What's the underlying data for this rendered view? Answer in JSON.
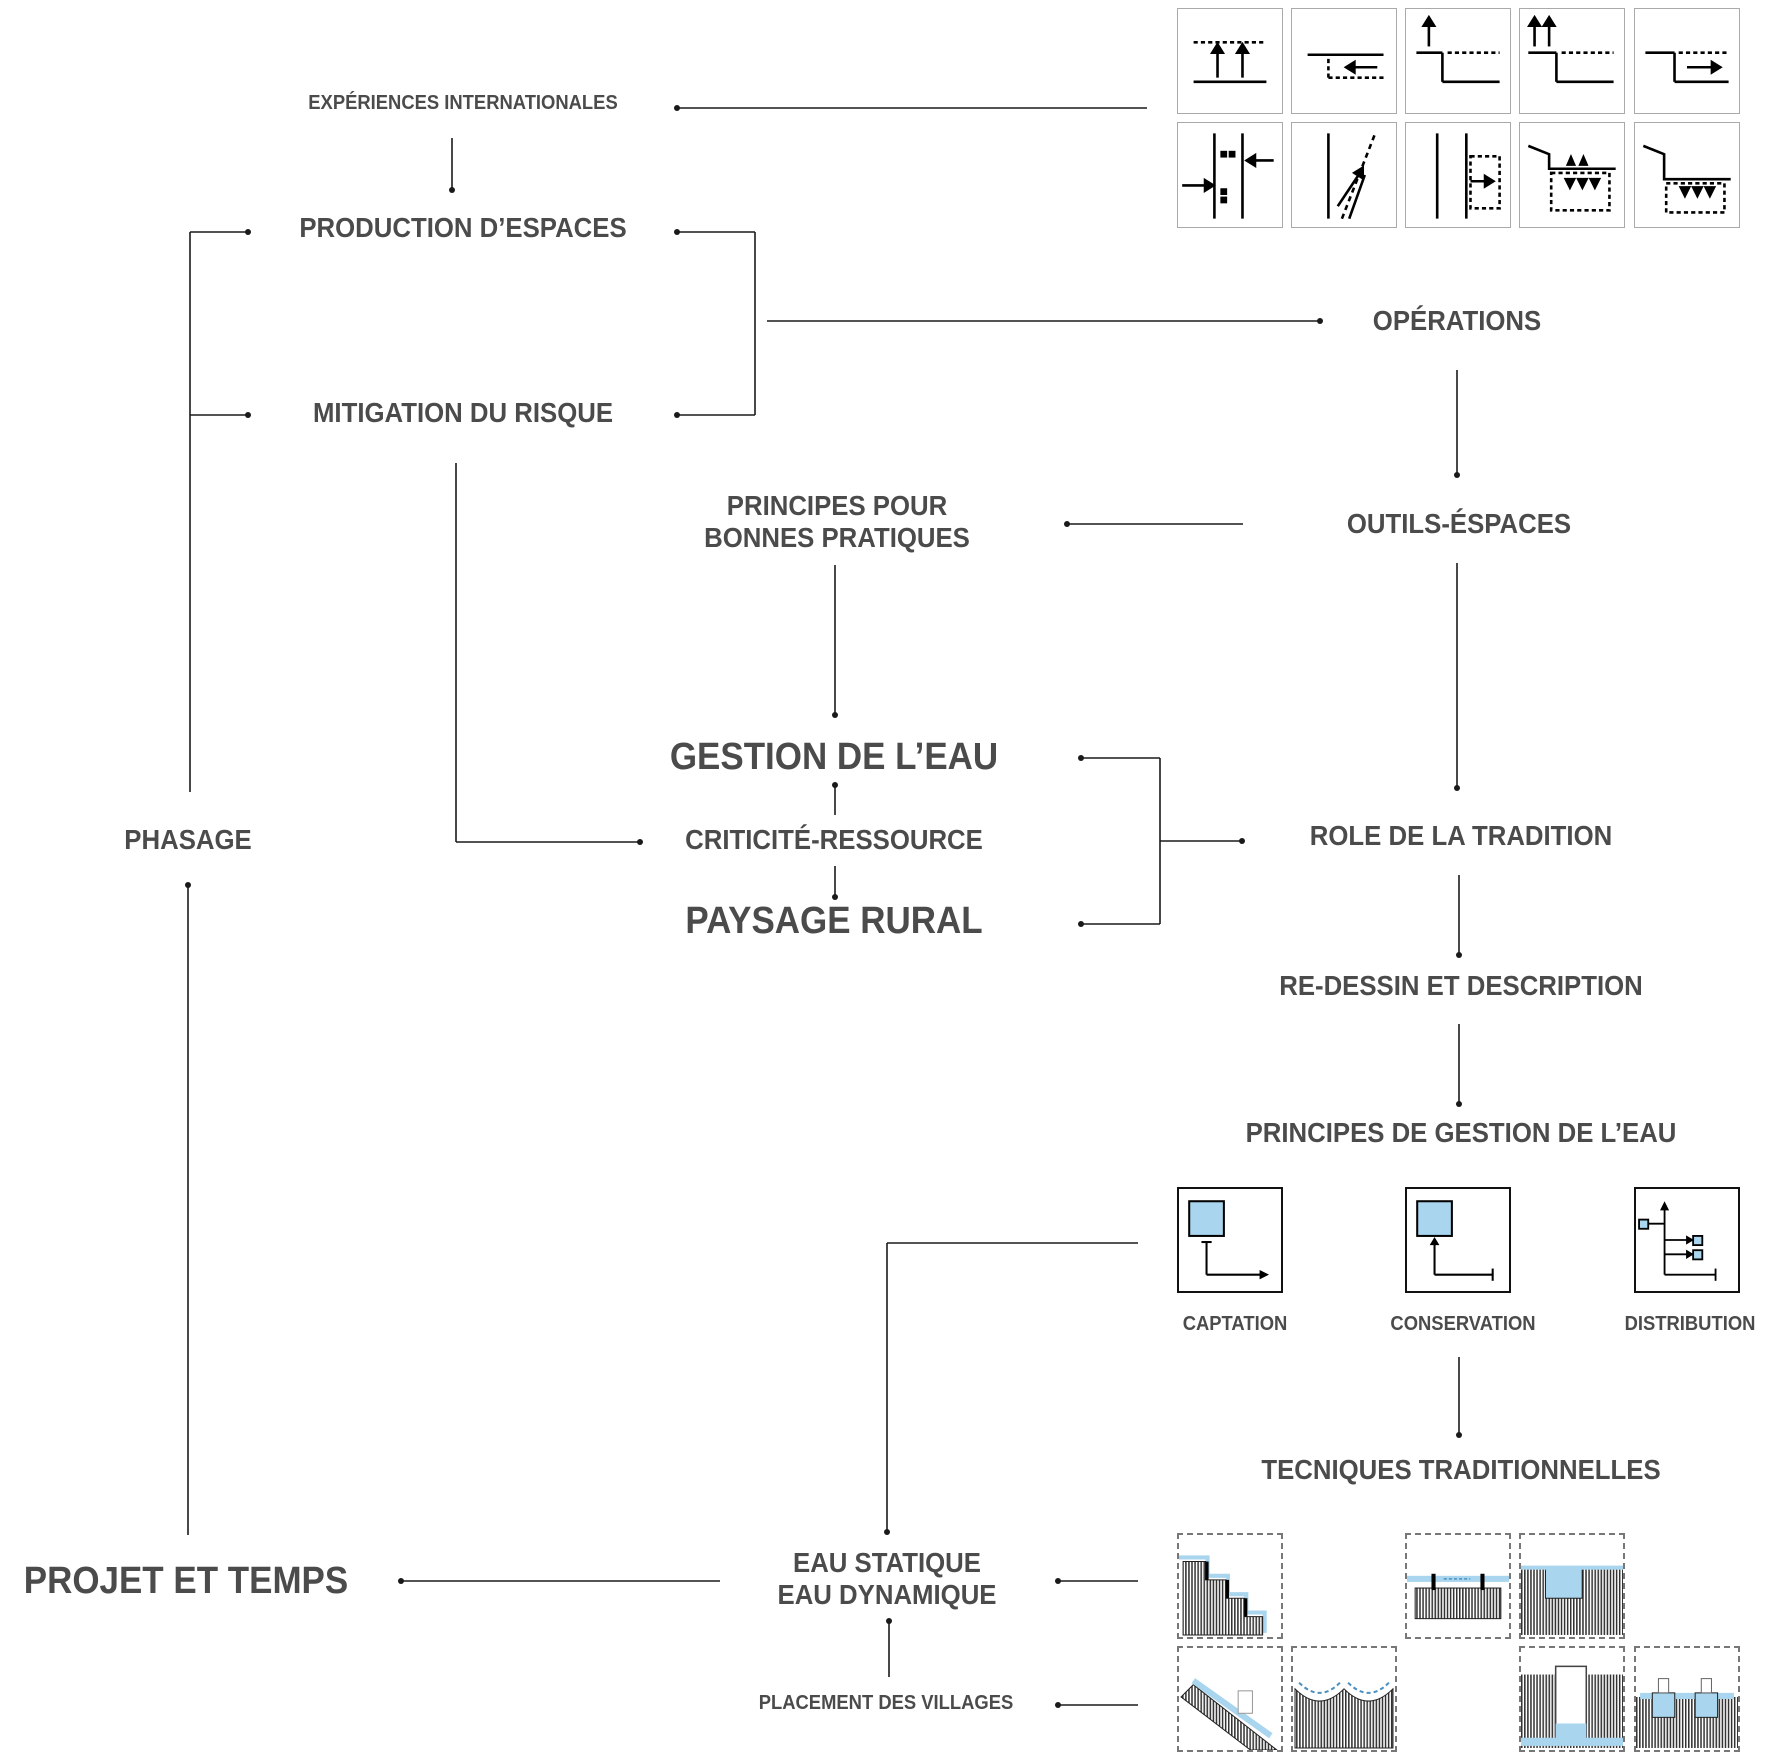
{
  "nodes": {
    "experiences": "EXPÉRIENCES INTERNATIONALES",
    "production": "PRODUCTION D’ESPACES",
    "mitigation": "MITIGATION DU RISQUE",
    "operations": "OPÉRATIONS",
    "principes_bp_1": "PRINCIPES POUR",
    "principes_bp_2": "BONNES PRATIQUES",
    "outils": "OUTILS-ÉSPACES",
    "gestion": "GESTION DE L’EAU",
    "criticite": "CRITICITÉ-RESSOURCE",
    "paysage": "PAYSAGE RURAL",
    "phasage": "PHASAGE",
    "role": "ROLE DE LA TRADITION",
    "redessin": "RE-DESSIN ET DESCRIPTION",
    "principes_gestion": "PRINCIPES DE GESTION DE L’EAU",
    "captation": "CAPTATION",
    "conservation": "CONSERVATION",
    "distribution": "DISTRIBUTION",
    "tecniques": "TECNIQUES TRADITIONNELLES",
    "eau_statique": "EAU STATIQUE",
    "eau_dynamique": "EAU DYNAMIQUE",
    "projet": "PROJET ET TEMPS",
    "placement": "PLACEMENT DES VILLAGES"
  },
  "colors": {
    "text": "#4b4b4b",
    "line": "#1a1a1a",
    "water": "#a9d6ee"
  },
  "icons": {
    "operations": [
      "raise-ground-icon",
      "retreat-ground-icon",
      "step-up-icon",
      "double-step-up-icon",
      "step-out-icon",
      "converge-walls-icon",
      "diagonal-wall-icon",
      "wall-offset-icon",
      "sunken-basin-up-icon",
      "sunken-basin-down-icon"
    ],
    "principles": [
      "captation-icon",
      "conservation-icon",
      "distribution-icon"
    ],
    "techniques": [
      "terrace-icon",
      "canal-section-icon",
      "cistern-icon",
      "slope-channel-icon",
      "wavy-field-icon",
      "deep-well-icon",
      "double-cistern-icon"
    ]
  }
}
